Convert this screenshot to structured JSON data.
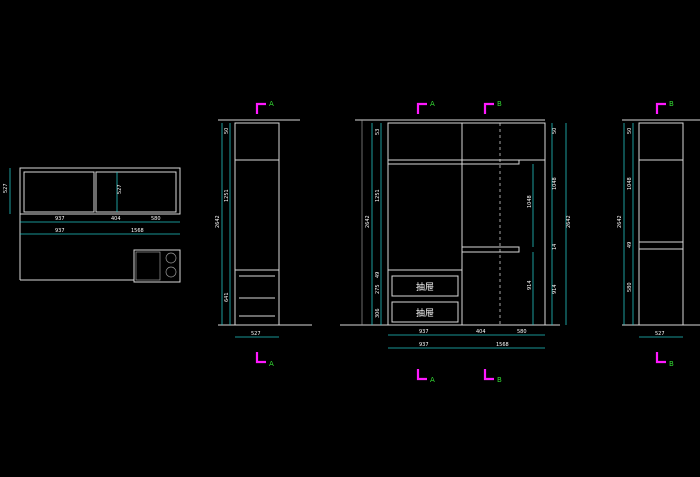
{
  "labels": {
    "section_a": "A",
    "section_b": "B",
    "drawer": "抽屉"
  },
  "dims": {
    "d937": "937",
    "d1568": "1568",
    "d404": "404",
    "d580": "580",
    "d527": "527",
    "d2642": "2642",
    "d1251": "1251",
    "d1048": "1048",
    "d914": "914",
    "d641": "641",
    "d580v": "580",
    "d50": "50",
    "d275": "275",
    "d306": "306",
    "d49": "49",
    "d14": "14",
    "d53": "53"
  },
  "colors": {
    "background": "#000000",
    "line": "#d8d8d8",
    "dimension": "#22c4c4",
    "section_mark": "#ff19ff",
    "section_letter": "#33dd33",
    "text": "#ffffff"
  }
}
